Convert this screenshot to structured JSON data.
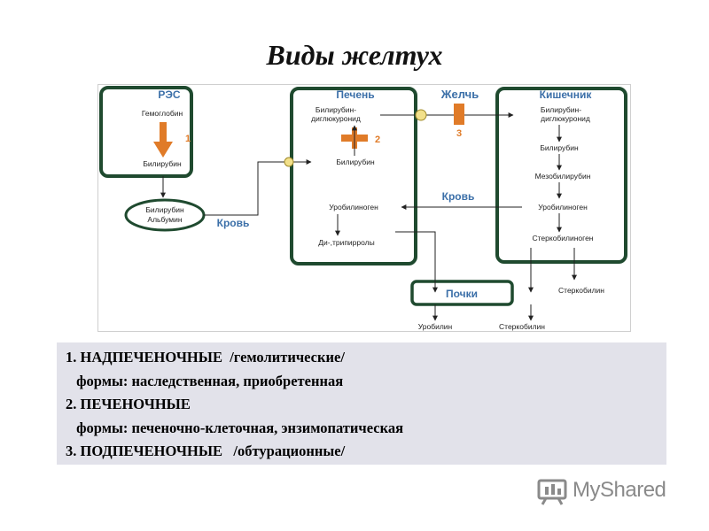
{
  "title": "Виды желтух",
  "diagram": {
    "res": {
      "label": "РЭС",
      "hemoglobin": "Гемоглобин",
      "step": "1",
      "bilirubin": "Билирубин"
    },
    "albumin": {
      "line1": "Билирубин",
      "line2": "Альбумин"
    },
    "blood_left": "Кровь",
    "liver": {
      "label": "Печень",
      "conj_line1": "Билирубин-",
      "conj_line2": "диглюкуронид",
      "step": "2",
      "bilirubin": "Билирубин",
      "urobilinogen": "Уробилиноген",
      "dipyrroles": "Ди-,трипирролы"
    },
    "bile": {
      "label": "Желчь",
      "step": "3"
    },
    "blood_right": "Кровь",
    "intestine": {
      "label": "Кишечник",
      "conj_line1": "Билирубин-",
      "conj_line2": "диглюкуронид",
      "bilirubin": "Билирубин",
      "mesobilirubin": "Мезобилирубин",
      "urobilinogen": "Уробилиноген",
      "stercobilinogen": "Стеркобилиноген"
    },
    "kidneys": {
      "label": "Почки"
    },
    "outputs": {
      "urobilin": "Уробилин",
      "stercobilin_bottom": "Стеркобилин",
      "stercobilin_right": "Стеркобилин"
    },
    "colors": {
      "box_border": "#1f4a2f",
      "accent_blue": "#3b6fa8",
      "arrow_orange": "#e07b28",
      "node_yellow": "#f2e08a"
    }
  },
  "notes": [
    "1. НАДПЕЧЕНОЧНЫЕ  /гемолитические/",
    " формы: наследственная, приобретенная",
    "2. ПЕЧЕНОЧНЫЕ",
    " формы: печеночно-клеточная, энзимопатическая",
    "3. ПОДПЕЧЕНОЧНЫЕ   /обтурационные/"
  ],
  "watermark": {
    "text": "MyShared",
    "icon": "myshared-logo-icon"
  }
}
